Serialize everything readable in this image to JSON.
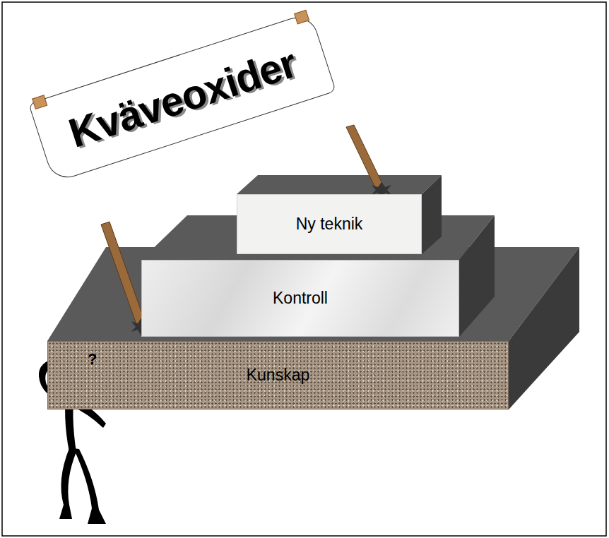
{
  "diagram": {
    "nodes": [
      {
        "text": [
          "Kväveoxider"
        ]
      },
      {
        "text": [
          "Ny teknik"
        ]
      },
      {
        "text": [
          "Kontroll"
        ]
      },
      {
        "text": [
          "Kunskap"
        ]
      }
    ],
    "labels": [
      "?"
    ]
  }
}
